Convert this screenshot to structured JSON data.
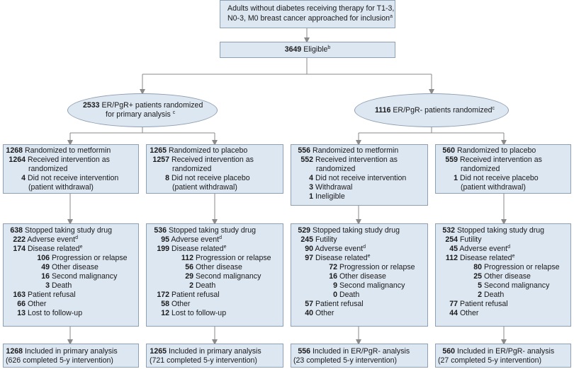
{
  "top": {
    "line1": "Adults without diabetes receiving therapy for T1-3,",
    "line2": "N0-3, M0 breast cancer approached for inclusion",
    "sup": "a"
  },
  "eligible": {
    "n": "3649",
    "label": "Eligible",
    "sup": "b"
  },
  "pos": {
    "n": "2533",
    "label": "ER/PgR+ patients randomized",
    "line2": "for primary analysis",
    "sup": "c"
  },
  "neg": {
    "n": "1116",
    "label": "ER/PgR- patients randomized",
    "sup": "c"
  },
  "rand": {
    "pm": {
      "title_n": "1268",
      "title": "Randomized to metformin",
      "rows": [
        {
          "n": "1264",
          "text": "Received intervention as",
          "text2": "randomized"
        },
        {
          "n": "4",
          "text": "Did not receive intervention",
          "text2": "(patient withdrawal)"
        }
      ]
    },
    "pp": {
      "title_n": "1265",
      "title": "Randomized to placebo",
      "rows": [
        {
          "n": "1257",
          "text": "Received intervention as",
          "text2": "randomized"
        },
        {
          "n": "8",
          "text": "Did not receive placebo",
          "text2": "(patient withdrawal)"
        }
      ]
    },
    "nm": {
      "title_n": "556",
      "title": "Randomized to metformin",
      "rows": [
        {
          "n": "552",
          "text": "Received intervention as",
          "text2": "randomized"
        },
        {
          "n": "4",
          "text": "Did not receive intervention"
        },
        {
          "n": "3",
          "text": "Withdrawal"
        },
        {
          "n": "1",
          "text": "Ineligible"
        }
      ]
    },
    "np": {
      "title_n": "560",
      "title": "Randomized to placebo",
      "rows": [
        {
          "n": "559",
          "text": "Received intervention as",
          "text2": "randomized"
        },
        {
          "n": "1",
          "text": "Did not receive placebo",
          "text2": "(patient withdrawal)"
        }
      ]
    }
  },
  "stop": {
    "pm": {
      "title_n": "638",
      "title": "Stopped taking study drug",
      "rows": [
        {
          "n": "222",
          "text": "Adverse event",
          "sup": "d"
        },
        {
          "n": "174",
          "text": "Disease related",
          "sup": "e"
        },
        {
          "n": "106",
          "text": "Progression or relapse",
          "sub": 1
        },
        {
          "n": "49",
          "text": "Other disease",
          "sub": 1
        },
        {
          "n": "16",
          "text": "Second malignancy",
          "sub": 1
        },
        {
          "n": "3",
          "text": "Death",
          "sub": 1
        },
        {
          "n": "163",
          "text": "Patient refusal"
        },
        {
          "n": "66",
          "text": "Other"
        },
        {
          "n": "13",
          "text": "Lost to follow-up"
        }
      ]
    },
    "pp": {
      "title_n": "536",
      "title": "Stopped taking study drug",
      "rows": [
        {
          "n": "95",
          "text": "Adverse event",
          "sup": "d"
        },
        {
          "n": "199",
          "text": "Disease related",
          "sup": "e"
        },
        {
          "n": "112",
          "text": "Progression or relapse",
          "sub": 1
        },
        {
          "n": "56",
          "text": "Other disease",
          "sub": 1
        },
        {
          "n": "29",
          "text": "Second malignancy",
          "sub": 1
        },
        {
          "n": "2",
          "text": "Death",
          "sub": 1
        },
        {
          "n": "172",
          "text": "Patient refusal"
        },
        {
          "n": "58",
          "text": "Other"
        },
        {
          "n": "12",
          "text": "Lost to follow-up"
        }
      ]
    },
    "nm": {
      "title_n": "529",
      "title": "Stopped taking study drug",
      "rows": [
        {
          "n": "245",
          "text": "Futility"
        },
        {
          "n": "90",
          "text": "Adverse event",
          "sup": "d"
        },
        {
          "n": "97",
          "text": "Disease related",
          "sup": "e"
        },
        {
          "n": "72",
          "text": "Progression or relapse",
          "sub": 1
        },
        {
          "n": "16",
          "text": "Other disease",
          "sub": 1
        },
        {
          "n": "9",
          "text": "Second malignancy",
          "sub": 1
        },
        {
          "n": "0",
          "text": "Death",
          "sub": 1
        },
        {
          "n": "57",
          "text": "Patient refusal"
        },
        {
          "n": "40",
          "text": "Other"
        }
      ]
    },
    "np": {
      "title_n": "532",
      "title": "Stopped taking study drug",
      "rows": [
        {
          "n": "254",
          "text": "Futility"
        },
        {
          "n": "45",
          "text": "Adverse event",
          "sup": "d"
        },
        {
          "n": "112",
          "text": "Disease related",
          "sup": "e"
        },
        {
          "n": "80",
          "text": "Progression or relapse",
          "sub": 1
        },
        {
          "n": "25",
          "text": "Other disease",
          "sub": 1
        },
        {
          "n": "5",
          "text": "Second malignancy",
          "sub": 1
        },
        {
          "n": "2",
          "text": "Death",
          "sub": 1
        },
        {
          "n": "77",
          "text": "Patient refusal"
        },
        {
          "n": "44",
          "text": "Other"
        }
      ]
    }
  },
  "final": {
    "pm": {
      "n": "1268",
      "text": "Included in primary analysis",
      "text2": "(626 completed 5-y intervention)"
    },
    "pp": {
      "n": "1265",
      "text": "Included in primary analysis",
      "text2": "(721 completed 5-y intervention)"
    },
    "nm": {
      "n": "556",
      "text": "Included in ER/PgR- analysis",
      "text2": "(23 completed 5-y intervention)"
    },
    "np": {
      "n": "560",
      "text": "Included in ER/PgR- analysis",
      "text2": "(27 completed 5-y intervention)"
    }
  },
  "colors": {
    "box_fill": "#dde7f2",
    "box_border": "#8e9fb1",
    "arrow": "#8a8a8a",
    "text": "#1a1a1a"
  }
}
